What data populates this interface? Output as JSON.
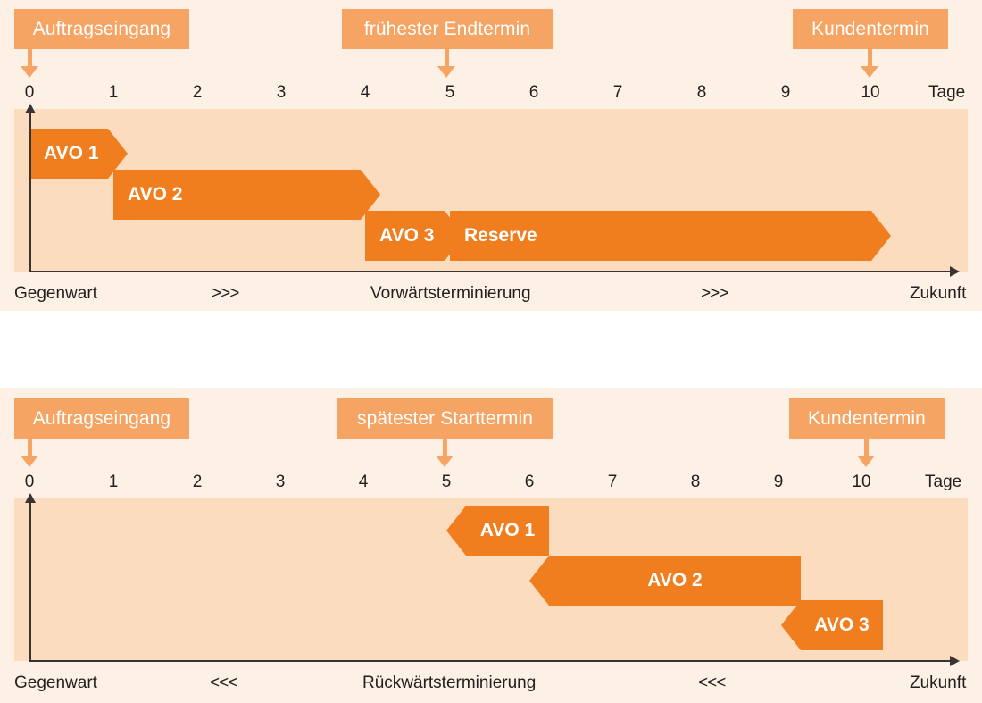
{
  "figure": {
    "background": "#FDF0E4",
    "plot_background": "#FCDCBE",
    "bar_color": "#F07D1E",
    "milestone_color": "#F5A463",
    "axis_color": "#3b3332"
  },
  "chart_data": {
    "type": "bar",
    "title": "",
    "charts": [
      {
        "id": "vorwaertsterminierung",
        "xlabel": "Tage",
        "xlim": [
          0,
          10
        ],
        "ticks": [
          "0",
          "1",
          "2",
          "3",
          "4",
          "5",
          "6",
          "7",
          "8",
          "9",
          "10"
        ],
        "unit_label": "Tage",
        "grid": false,
        "direction": "forward",
        "milestones": [
          {
            "label": "Auftragseingang",
            "day": 0
          },
          {
            "label": "frühester Endtermin",
            "day": 5
          },
          {
            "label": "Kundentermin",
            "day": 10
          }
        ],
        "bars": [
          {
            "label": "AVO 1",
            "start": 0,
            "end": 1,
            "row": 0,
            "shape": "forward"
          },
          {
            "label": "AVO 2",
            "start": 1,
            "end": 4,
            "row": 1,
            "shape": "forward"
          },
          {
            "label": "AVO 3",
            "start": 4,
            "end": 5,
            "row": 2,
            "shape": "forward"
          },
          {
            "label": "Reserve",
            "start": 5,
            "end": 10,
            "row": 2,
            "shape": "forward"
          }
        ],
        "footer": {
          "left": "Gegenwart",
          "center": "Vorwärtsterminierung",
          "right": "Zukunft",
          "chevron": ">>>"
        }
      },
      {
        "id": "rueckwaertsterminierung",
        "xlabel": "Tage",
        "xlim": [
          0,
          10
        ],
        "ticks": [
          "0",
          "1",
          "2",
          "3",
          "4",
          "5",
          "6",
          "7",
          "8",
          "9",
          "10"
        ],
        "unit_label": "Tage",
        "grid": false,
        "direction": "backward",
        "milestones": [
          {
            "label": "Auftragseingang",
            "day": 0
          },
          {
            "label": "spätester Starttermin",
            "day": 5
          },
          {
            "label": "Kundentermin",
            "day": 10
          }
        ],
        "bars": [
          {
            "label": "AVO 1",
            "start": 5,
            "end": 6,
            "row": 0,
            "shape": "backward"
          },
          {
            "label": "AVO 2",
            "start": 6,
            "end": 9,
            "row": 1,
            "shape": "backward"
          },
          {
            "label": "AVO 3",
            "start": 9,
            "end": 10,
            "row": 2,
            "shape": "backward"
          }
        ],
        "footer": {
          "left": "Gegenwart",
          "center": "Rückwärtsterminierung",
          "right": "Zukunft",
          "chevron": "<<<"
        }
      }
    ]
  },
  "top": {
    "milestones": {
      "m0": "Auftragseingang",
      "m1": "frühester Endtermin",
      "m2": "Kundentermin"
    },
    "ticks": {
      "t0": "0",
      "t1": "1",
      "t2": "2",
      "t3": "3",
      "t4": "4",
      "t5": "5",
      "t6": "6",
      "t7": "7",
      "t8": "8",
      "t9": "9",
      "t10": "10",
      "unit": "Tage"
    },
    "bars": {
      "b0": "AVO 1",
      "b1": "AVO 2",
      "b2": "AVO 3",
      "b3": "Reserve"
    },
    "footer": {
      "left": "Gegenwart",
      "chev1": ">>>",
      "center": "Vorwärtsterminierung",
      "chev2": ">>>",
      "right": "Zukunft"
    }
  },
  "bottom": {
    "milestones": {
      "m0": "Auftragseingang",
      "m1": "spätester Starttermin",
      "m2": "Kundentermin"
    },
    "ticks": {
      "t0": "0",
      "t1": "1",
      "t2": "2",
      "t3": "3",
      "t4": "4",
      "t5": "5",
      "t6": "6",
      "t7": "7",
      "t8": "8",
      "t9": "9",
      "t10": "10",
      "unit": "Tage"
    },
    "bars": {
      "b0": "AVO 1",
      "b1": "AVO 2",
      "b2": "AVO 3"
    },
    "footer": {
      "left": "Gegenwart",
      "chev1": "<<<",
      "center": "Rückwärtsterminierung",
      "chev2": "<<<",
      "right": "Zukunft"
    }
  }
}
